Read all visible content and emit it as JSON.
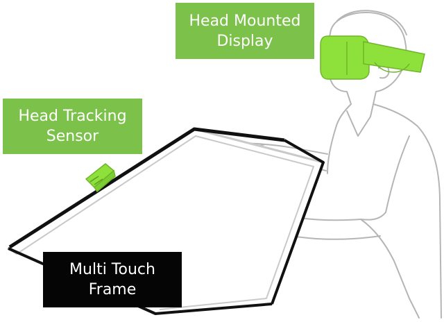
{
  "labels": {
    "head_mounted_display": "Head Mounted\nDisplay",
    "head_tracking_sensor": "Head Tracking\nSensor",
    "multi_touch_frame": "Multi Touch\nFrame"
  },
  "colors": {
    "accent_green": "#7cc24a",
    "headset_green": "#8ee03a",
    "line_gray": "#b5b5b5",
    "frame_black": "#111111",
    "label_black": "#050505"
  }
}
